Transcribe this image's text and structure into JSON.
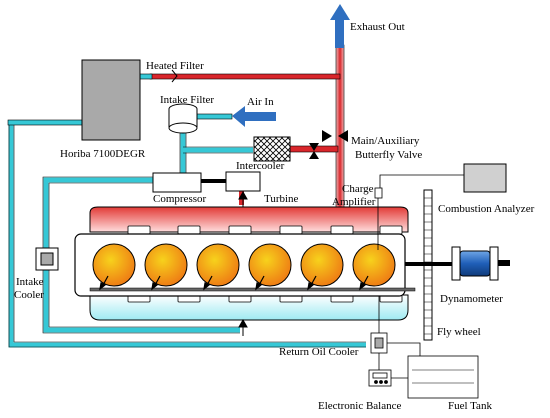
{
  "labels": {
    "exhaust_out": "Exhaust Out",
    "heated_filter": "Heated Filter",
    "intake_filter": "Intake Filter",
    "air_in": "Air In",
    "horiba": "Horiba 7100DEGR",
    "intercooler": "Intercooler",
    "valve_line1": "Main/Auxiliary",
    "valve_line2": "Butterfly Valve",
    "compressor": "Compressor",
    "turbine": "Turbine",
    "charge_line1": "Charge",
    "charge_line2": "Amplifier",
    "combustion_analyzer": "Combustion Analyzer",
    "intake_cooler_line1": "Intake",
    "intake_cooler_line2": "Cooler",
    "dynamometer": "Dynamometer",
    "fly_wheel": "Fly wheel",
    "return_oil_cooler": "Return Oil Cooler",
    "electronic_balance": "Electronic Balance",
    "fuel_tank": "Fuel Tank"
  },
  "colors": {
    "exhaust": "#d9262b",
    "intake": "#36c8d6",
    "arrow_blue": "#2f6fc0",
    "analyzer_gray": "#a9a9a9",
    "cylinder_orange": "#f08a17",
    "cylinder_yellow": "#f5c51a",
    "dyno_blue": "#1f5fb8"
  },
  "cylinder_count": 6
}
